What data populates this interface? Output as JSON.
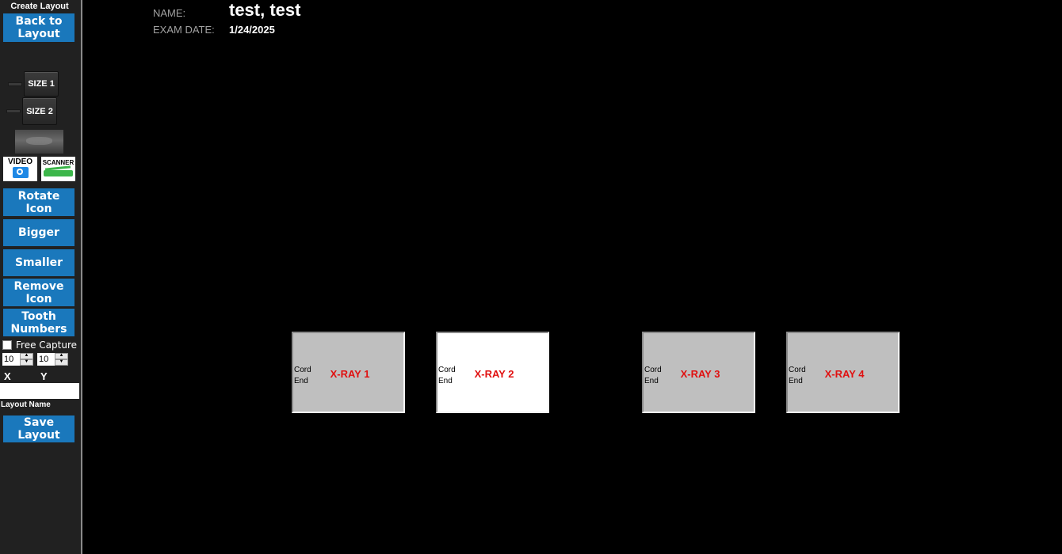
{
  "sidebar": {
    "title": "Create Layout",
    "back_button": "Back to Layout",
    "size_buttons": [
      "SIZE 1",
      "SIZE 2"
    ],
    "source_tiles": [
      {
        "label": "VIDEO",
        "icon": "camera-icon"
      },
      {
        "label": "SCANNER",
        "icon": "scanner-icon"
      }
    ],
    "action_buttons": [
      "Rotate Icon",
      "Bigger",
      "Smaller",
      "Remove Icon",
      "Tooth Numbers"
    ],
    "free_capture_label": "Free Capture",
    "free_capture_checked": false,
    "x_value": "10",
    "y_value": "10",
    "x_label": "X",
    "y_label": "Y",
    "layout_name_value": "",
    "layout_name_label": "Layout Name",
    "save_button": "Save Layout"
  },
  "header": {
    "name_label": "NAME:",
    "name_value": "test, test",
    "exam_date_label": "EXAM DATE:",
    "exam_date_value": "1/24/2025"
  },
  "xrays": [
    {
      "label": "X-RAY 1",
      "cord": "Cord",
      "end": "End",
      "state": "gray"
    },
    {
      "label": "X-RAY 2",
      "cord": "Cord",
      "end": "End",
      "state": "selected"
    },
    {
      "label": "X-RAY 3",
      "cord": "Cord",
      "end": "End",
      "state": "gray"
    },
    {
      "label": "X-RAY 4",
      "cord": "Cord",
      "end": "End",
      "state": "gray"
    }
  ],
  "colors": {
    "button_blue": "#1a78bc",
    "xray_label_red": "#e01010",
    "tile_gray": "#bfbfbf"
  }
}
